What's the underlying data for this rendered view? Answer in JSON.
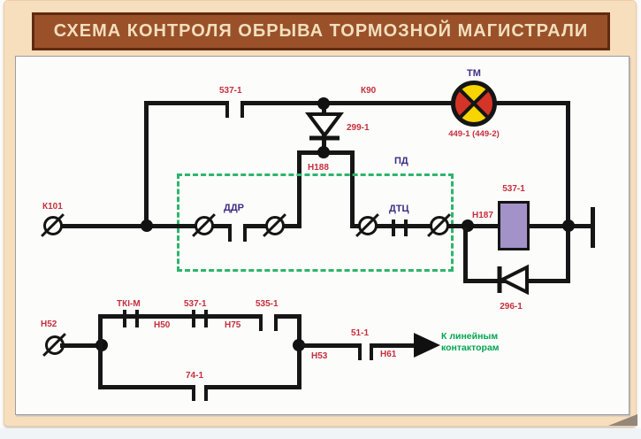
{
  "poster": {
    "title": "СХЕМА КОНТРОЛЯ ОБРЫВА ТОРМОЗНОЙ МАГИСТРАЛИ"
  },
  "labels": {
    "k101": "К101",
    "contact537_top": "537-1",
    "k90": "К90",
    "diode299": "299-1",
    "n188": "Н188",
    "pd_box": "ПД",
    "ddr": "ДДР",
    "dtc": "ДТЦ",
    "n187": "Н187",
    "coil537": "537-1",
    "tm_lamp": "ТМ",
    "lamp_ref": "449-1 (449-2)",
    "diode296": "296-1",
    "n52": "Н52",
    "tki_m": "ТКI-М",
    "n50": "Н50",
    "contact537_bottom": "537-1",
    "n75": "Н75",
    "contact535": "535-1",
    "contact74": "74-1",
    "n53": "Н53",
    "contact51": "51-1",
    "n61": "Н61"
  },
  "note": {
    "line1": "К линейным",
    "line2": "контакторам"
  },
  "colors": {
    "banner_bg": "#9a5129",
    "banner_text": "#f2dfbe",
    "frame_bg": "#f7debd",
    "label_red": "#c62f3e",
    "label_navy": "#3f2d86",
    "wire": "#161616",
    "pd_box_green": "#2fb46e",
    "note_green": "#00a651",
    "lamp_yellow": "#f6d500",
    "lamp_red": "#d63426",
    "coil_fill": "#a292c8"
  }
}
